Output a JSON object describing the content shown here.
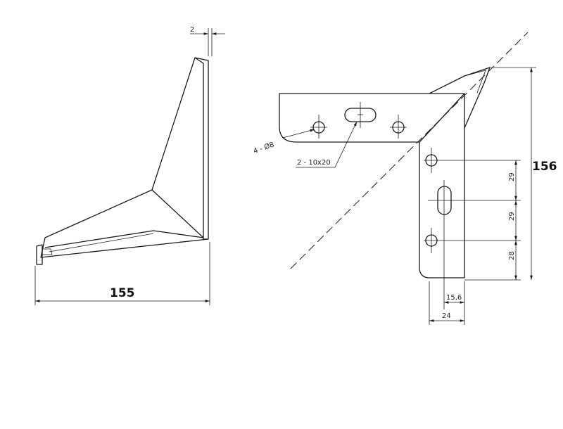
{
  "dimensions": {
    "width_total": "155",
    "thickness": "2",
    "height_total": "156",
    "hole_spec": "4 - Ø8",
    "slot_spec": "2 - 10x20",
    "spacing_top": "29",
    "spacing_mid": "29",
    "spacing_bottom": "28",
    "offset_holes": "15,6",
    "width_flange": "24"
  }
}
